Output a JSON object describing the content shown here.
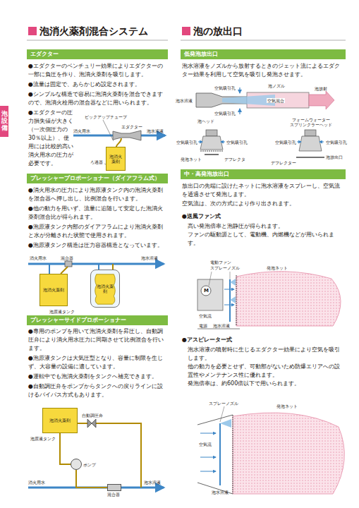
{
  "diagram": {
    "nodes": [
      {
        "text": [
          "泡設備"
        ]
      },
      {
        "text": [
          "エダクター"
        ]
      },
      {
        "text": [
          "プレッシャープロポーショナー（ダイアフラム式）"
        ]
      },
      {
        "text": [
          "プレッシャーサイドプロポーショナー"
        ]
      },
      {
        "text": [
          "低発泡放出口"
        ]
      },
      {
        "text": [
          "中・高発泡放出口"
        ]
      },
      {
        "text": [
          "泡消火薬剤"
        ]
      },
      {
        "text": [
          "泡消火薬剤"
        ]
      },
      {
        "text": [
          "泡消火薬剤"
        ]
      },
      {
        "text": [
          "泡消火薬剤"
        ]
      },
      {
        "text": [
          "ポンプ"
        ]
      },
      {
        "text": [
          "混合器"
        ]
      }
    ],
    "edges": [
      {
        "from": 9,
        "to": 10,
        "arrow": "none"
      },
      {
        "from": 10,
        "to": 11,
        "arrow": "none"
      }
    ],
    "labels": [
      "泡消火薬剤混合システム",
      "泡の放出口",
      "●エダクターのベンチュリー効果によりエダクターの一部に負圧を作り、泡消火薬剤を吸引します。",
      "●流量は固定で、あらかじめ設定されます。",
      "●シンプルな構造で容易に泡消火薬剤を混合できますので、泡消火栓用の混合器などに用いられます。",
      "●エダクターの圧力損失値が大きく（一次側圧力の30％以上）、使用には比較的高い消火用水の圧力が必要です。",
      "ピックアップチューブ",
      "消火用水",
      "エダクター",
      "泡水溶液",
      "ろ過器",
      "●消火用水の圧力により泡原液タンク内の泡消火薬剤を混合器へ押し出し、比例混合を行います。",
      "●他の動力を用いず、流量に追随して安定した泡消火薬剤混合比が得られます。",
      "●泡原液タンク内部のダイアフラムにより泡消火薬剤と水が分離された状態で使用されます。",
      "●泡原液タンク構造は圧力容器構造となっています。",
      "消火用水",
      "混合器",
      "泡水溶液",
      "泡原液タンク",
      "●専用のポンプを用いて泡消火薬剤を昇圧し、自動調圧弁により消火用水圧力に同期させて比例混合を行います。",
      "●泡原液タンクは大気圧型となり、容量に制限を生じず、大容量の設備に適しています。",
      "●運転中でも泡消火薬剤をタンクへ補充できます。",
      "●自動調圧弁をポンプからタンクへの戻りラインに設けるバイパス方式もあります。",
      "泡原液タンク",
      "自動調圧弁",
      "消火用水",
      "泡水溶液",
      "泡水溶液をノズルから放射するときのジェット流によるエダクター効果を利用して空気を吸引し発泡させます。",
      "泡ノズル",
      "空気吸引孔",
      "泡水溶液",
      "空気混合",
      "泡放射",
      "空気吸引孔",
      "泡ヘッド",
      "フォームウォーター スプリンクラーヘッド",
      "空気吸引孔",
      "空気吸引孔",
      "発泡ネット",
      "デフレクタ",
      "空気吸引孔",
      "空気吸引孔",
      "デフレクター",
      "泡放出口",
      "放出口の先端に設けたネットに泡水溶液をスプレーし、空気流を通過させて発泡します。",
      "空気流は、次の方式により作り出されます。",
      "●送風ファン式",
      "高い発泡倍率と泡静圧が得られます。",
      "ファンの駆動源として、電動機、内燃機などが用いられます。",
      "電動ファン",
      "スプレーノズル",
      "発泡ネット",
      "M",
      "空気流",
      "電源",
      "泡水溶液",
      "●アスピレーター式",
      "泡水溶液の噴射時に生じるエダクター効果により空気を吸引します。",
      "他の動力を必要とせず、可動部がないため防爆エリアへの設置性やメンテナンス性に優れます。",
      "発泡倍率は、約600倍以下で用いられます。",
      "スプレーノズル",
      "発泡ネット",
      "空気流",
      "泡水溶液"
    ]
  }
}
